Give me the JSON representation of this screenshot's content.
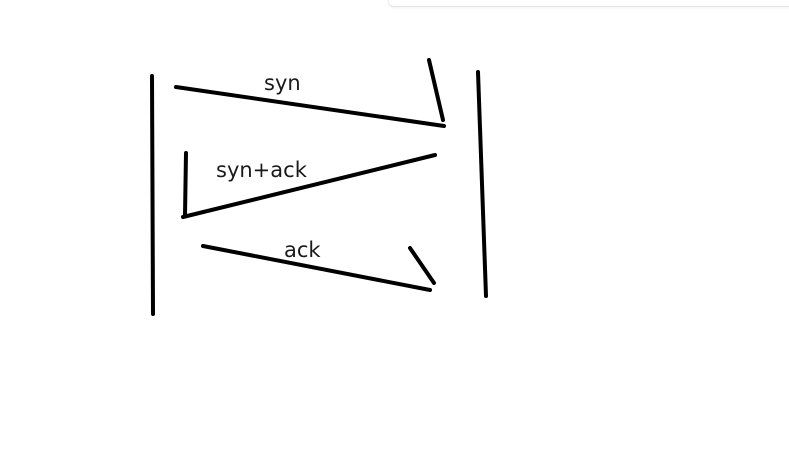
{
  "labels": {
    "syn": "syn",
    "syn_ack": "syn+ack",
    "ack": "ack"
  },
  "colors": {
    "ink": "#000000",
    "background": "#ffffff"
  }
}
